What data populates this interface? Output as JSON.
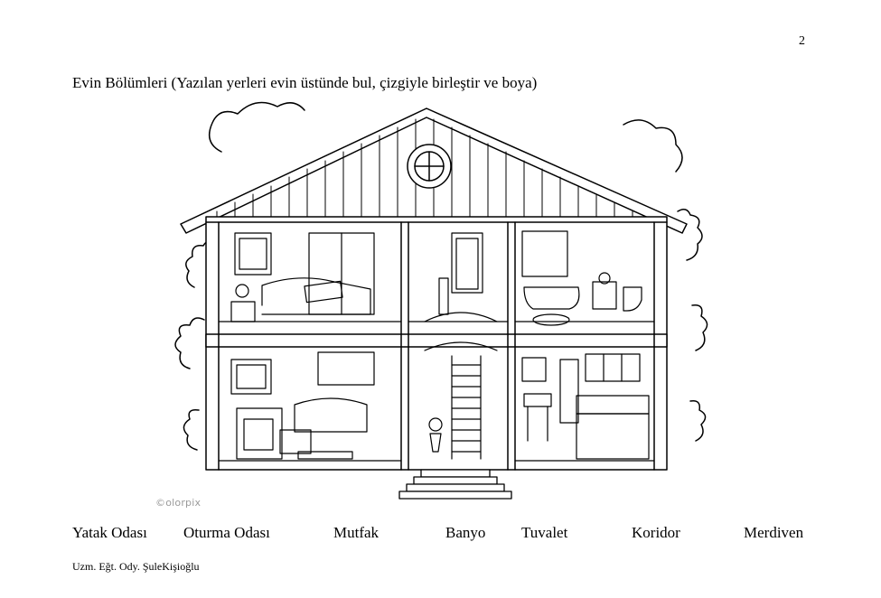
{
  "page_number": "2",
  "title": "Evin Bölümleri (Yazılan yerleri evin üstünde bul, çizgiyle birleştir ve boya)",
  "watermark": "©olorpix",
  "room_labels": [
    "Yatak Odası",
    "Oturma Odası",
    "Mutfak",
    "Banyo",
    "Tuvalet",
    "Koridor",
    "Merdiven"
  ],
  "footer": "Uzm. Eğt. Ody. ŞuleKişioğlu"
}
